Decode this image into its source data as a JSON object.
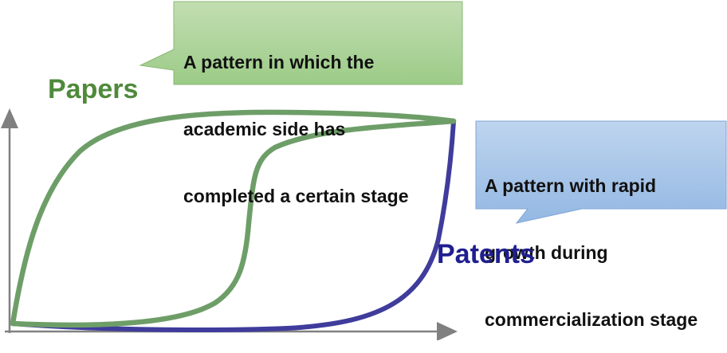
{
  "diagram": {
    "colors": {
      "papers": "#6e9e68",
      "papers_label": "#4f8a3b",
      "patents": "#3f3c9c",
      "patents_label": "#1f1f8f",
      "axis": "#808080",
      "callout_green_top": "#c2deb2",
      "callout_green_bottom": "#9ccb87",
      "callout_green_border": "#88b874",
      "callout_blue_top": "#bed4ee",
      "callout_blue_bottom": "#93b8e3",
      "callout_blue_border": "#7ea5d6"
    },
    "labels": {
      "papers": "Papers",
      "patents": "Patents"
    },
    "callouts": {
      "academic": {
        "lines": [
          "A pattern in which the",
          "academic side has",
          "completed a certain stage"
        ]
      },
      "commercial": {
        "lines": [
          "A pattern with rapid",
          "growth during",
          "commercialization stage"
        ]
      }
    },
    "axes": {
      "x_label": "",
      "y_label": ""
    }
  }
}
